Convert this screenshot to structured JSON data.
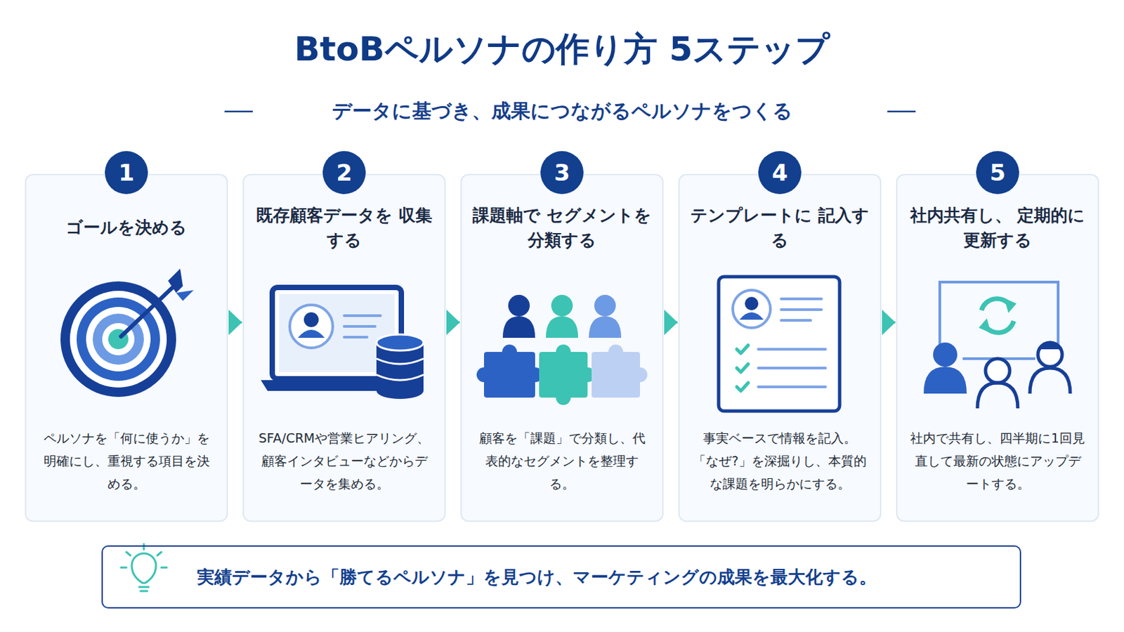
{
  "diagram": {
    "title": "BtoBペルソナの作り方 5ステップ",
    "caption": "データに基づき、成果につながるペルソナをつくる",
    "nodes": [
      {
        "text": [
          "1",
          "ゴールを決める",
          "ペルソナを「何に使うか」を明確にし、重視する項目を決める。"
        ]
      },
      {
        "text": [
          "2",
          "既存顧客データを 収集する",
          "SFA/CRMや営業ヒアリング、顧客インタビューなどからデータを集める。"
        ]
      },
      {
        "text": [
          "3",
          "課題軸で セグメントを分類する",
          "顧客を「課題」で分類し、代表的なセグメントを整理する。"
        ]
      },
      {
        "text": [
          "4",
          "テンプレートに 記入する",
          "事実ベースで情報を記入。「なぜ?」を深掘りし、本質的な課題を明らかにする。"
        ]
      },
      {
        "text": [
          "5",
          "社内共有し、 定期的に更新する",
          "社内で共有し、四半期に1回見直して最新の状態にアップデートする。"
        ]
      },
      {
        "text": [
          "実績データから「勝てるペルソナ」を見つけ、マーケティングの成果を最大化する。"
        ]
      }
    ],
    "edges": [
      {
        "from": 0,
        "to": 1,
        "arrow": "to"
      },
      {
        "from": 1,
        "to": 2,
        "arrow": "to"
      },
      {
        "from": 2,
        "to": 3,
        "arrow": "to"
      },
      {
        "from": 3,
        "to": 4,
        "arrow": "to"
      }
    ]
  }
}
